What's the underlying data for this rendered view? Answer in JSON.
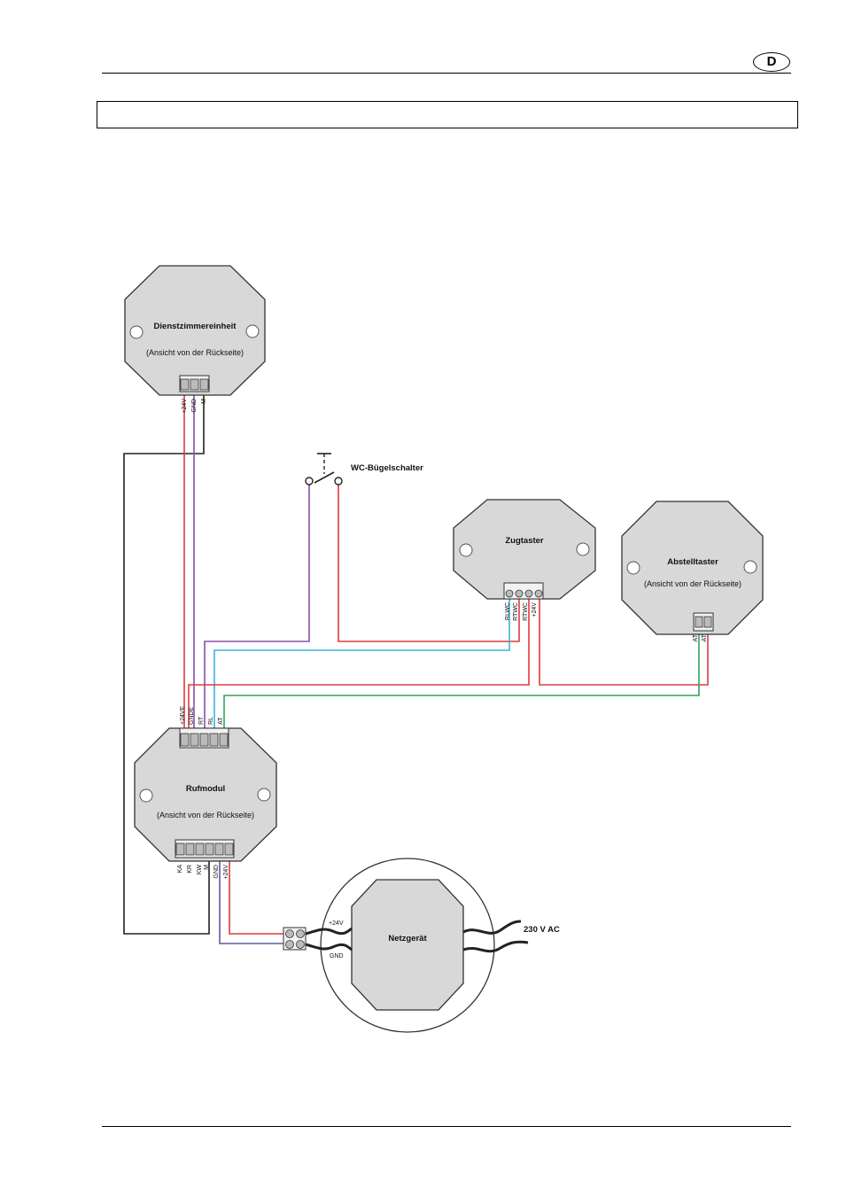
{
  "header": {
    "language_badge": "D",
    "title_box_text": ""
  },
  "units": {
    "dienstzimmer": {
      "name": "Dienstzimmereinheit",
      "note": "(Ansicht von der Rückseite)",
      "pins": [
        "+24V",
        "GND",
        "M"
      ]
    },
    "wc_switch": {
      "name": "WC-Bügelschalter"
    },
    "zugtaster": {
      "name": "Zugtaster",
      "pins": [
        "RLWC",
        "RTWC",
        "RTWC",
        "+24V"
      ]
    },
    "abstelltaster": {
      "name": "Abstelltaster",
      "note": "(Ansicht von der Rückseite)",
      "pins": [
        "AT",
        "AT"
      ]
    },
    "rufmodul": {
      "name": "Rufmodul",
      "note": "(Ansicht von der Rückseite)",
      "top_pins": [
        "+24VE",
        "GNDE",
        "RT",
        "RL",
        "AT"
      ],
      "bottom_pins": [
        "KA",
        "KR",
        "KW",
        "M",
        "GND",
        "+24V"
      ]
    },
    "netzgeraet": {
      "name": "Netzgerät",
      "pin_pos": "+24V",
      "pin_neg": "GND",
      "mains": "230 V AC"
    }
  },
  "colors": {
    "red": "#e03a3f",
    "violet": "#8a4fa8",
    "cyan": "#3bb3d9",
    "green": "#2ea65a",
    "black": "#222222",
    "blue_gnd": "#5a5aa8",
    "unit_fill": "#d8d8d8"
  }
}
